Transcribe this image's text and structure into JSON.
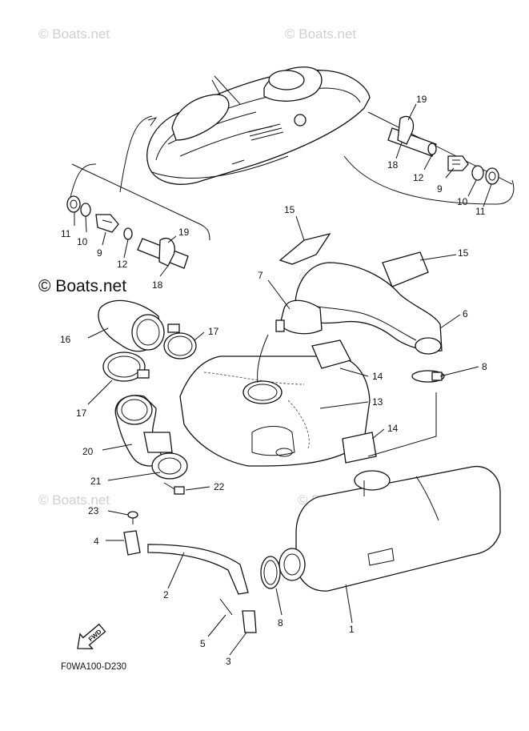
{
  "watermark": {
    "light": "© Boats.net",
    "bold": "© Boats.net"
  },
  "drawing_code": "F0WA100-D230",
  "fwd_label": "FWD",
  "callouts": {
    "c1": "1",
    "c2": "2",
    "c3": "3",
    "c4": "4",
    "c5": "5",
    "c6": "6",
    "c7": "7",
    "c8a": "8",
    "c8b": "8",
    "c9a": "9",
    "c9b": "9",
    "c10a": "10",
    "c10b": "10",
    "c11a": "11",
    "c11b": "11",
    "c12a": "12",
    "c12b": "12",
    "c13": "13",
    "c14a": "14",
    "c14b": "14",
    "c15a": "15",
    "c15b": "15",
    "c16": "16",
    "c17a": "17",
    "c17b": "17",
    "c18a": "18",
    "c18b": "18",
    "c19a": "19",
    "c19b": "19",
    "c20": "20",
    "c21": "21",
    "c22": "22",
    "c23": "23"
  }
}
